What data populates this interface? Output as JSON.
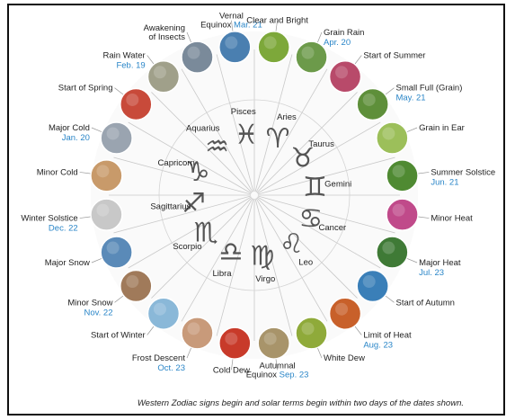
{
  "caption": "Western Zodiac signs begin and solar terms begin within two days of the dates shown.",
  "zodiac": [
    {
      "name": "Aries"
    },
    {
      "name": "Taurus"
    },
    {
      "name": "Gemini"
    },
    {
      "name": "Cancer"
    },
    {
      "name": "Leo"
    },
    {
      "name": "Virgo"
    },
    {
      "name": "Libra"
    },
    {
      "name": "Scorpio"
    },
    {
      "name": "Sagittarius"
    },
    {
      "name": "Capricorn"
    },
    {
      "name": "Aquarius"
    },
    {
      "name": "Pisces"
    }
  ],
  "solar_terms": [
    {
      "label": "Vernal\nEquinox",
      "date": "Mar. 21",
      "color": "#4a7fb0"
    },
    {
      "label": "Clear and Bright",
      "date": "",
      "color": "#7da83a"
    },
    {
      "label": "Grain Rain",
      "date": "Apr. 20",
      "color": "#6c9a4a"
    },
    {
      "label": "Start of Summer",
      "date": "",
      "color": "#b84a6a"
    },
    {
      "label": "Small Full (Grain)",
      "date": "May. 21",
      "color": "#5e8f3a"
    },
    {
      "label": "Grain in Ear",
      "date": "",
      "color": "#9cbf5a"
    },
    {
      "label": "Summer Solstice",
      "date": "Jun. 21",
      "color": "#4f8a32"
    },
    {
      "label": "Minor Heat",
      "date": "",
      "color": "#c04a8a"
    },
    {
      "label": "Major Heat",
      "date": "Jul. 23",
      "color": "#3f7a36"
    },
    {
      "label": "Start of Autumn",
      "date": "",
      "color": "#3a7fb8"
    },
    {
      "label": "Limit of Heat",
      "date": "Aug. 23",
      "color": "#c8602a"
    },
    {
      "label": "White Dew",
      "date": "",
      "color": "#8faa3a"
    },
    {
      "label": "Autumnal\nEquinox",
      "date": "Sep. 23",
      "color": "#a8946a"
    },
    {
      "label": "Cold Dew",
      "date": "",
      "color": "#c83a2a"
    },
    {
      "label": "Frost Descent",
      "date": "Oct. 23",
      "color": "#c89a7a"
    },
    {
      "label": "Start of Winter",
      "date": "",
      "color": "#8ab8d8"
    },
    {
      "label": "Minor Snow",
      "date": "Nov. 22",
      "color": "#a07a5a"
    },
    {
      "label": "Major Snow",
      "date": "",
      "color": "#5a8ab8"
    },
    {
      "label": "Winter Solstice",
      "date": "Dec. 22",
      "color": "#c8c8c8"
    },
    {
      "label": "Minor Cold",
      "date": "",
      "color": "#c89a6a"
    },
    {
      "label": "Major Cold",
      "date": "Jan. 20",
      "color": "#9aa4b0"
    },
    {
      "label": "Start of Spring",
      "date": "",
      "color": "#c84a3a"
    },
    {
      "label": "Rain Water",
      "date": "Feb. 19",
      "color": "#a0a08a"
    },
    {
      "label": "Awakening\nof Insects",
      "date": "",
      "color": "#7a8a9a"
    }
  ]
}
